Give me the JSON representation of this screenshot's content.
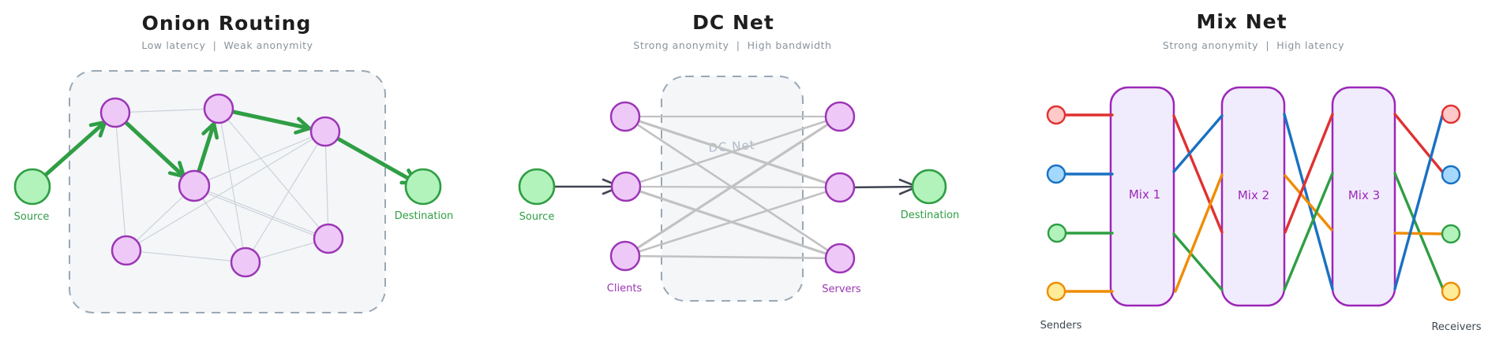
{
  "panels": {
    "onion_routing": {
      "title": "Onion Routing",
      "subtitle": "Low latency  |  Weak anonymity",
      "source_label": "Source",
      "destination_label": "Destination"
    },
    "dc_net": {
      "title": "DC Net",
      "subtitle": "Strong anonymity  |  High bandwidth",
      "watermark": "DC Net",
      "source_label": "Source",
      "destination_label": "Destination",
      "clients_label": "Clients",
      "servers_label": "Servers"
    },
    "mix_net": {
      "title": "Mix Net",
      "subtitle": "Strong anonymity  |  High latency",
      "senders_label": "Senders",
      "receivers_label": "Receivers",
      "mix_boxes": [
        "Mix 1",
        "Mix 2",
        "Mix 3"
      ]
    }
  },
  "palette": {
    "title_color": "#1e1e1e",
    "subtitle_color": "#8a939c",
    "green_stroke": "#2f9e44",
    "green_fill": "#b2f2bb",
    "purple_stroke": "#9c36b5",
    "purple_fill": "#eec9f8",
    "mix_box_stroke": "#9c27b8",
    "mix_box_fill": "#f1ecfd",
    "red_stroke": "#e03131",
    "red_fill": "#ffc9c9",
    "blue_stroke": "#1971c2",
    "blue_fill": "#a5d8ff",
    "orange_stroke": "#f08c00",
    "orange_fill": "#ffec99",
    "mesh_line": "#ccd2da",
    "bipartite_line": "#c2c2c2",
    "dark_arrow": "#3e4450",
    "dashed_border": "#9aa8b5",
    "panel_box_fill": "#f2f4f7",
    "watermark_color": "#aeb9c8",
    "endpoint_label_color": "#3d4852"
  }
}
